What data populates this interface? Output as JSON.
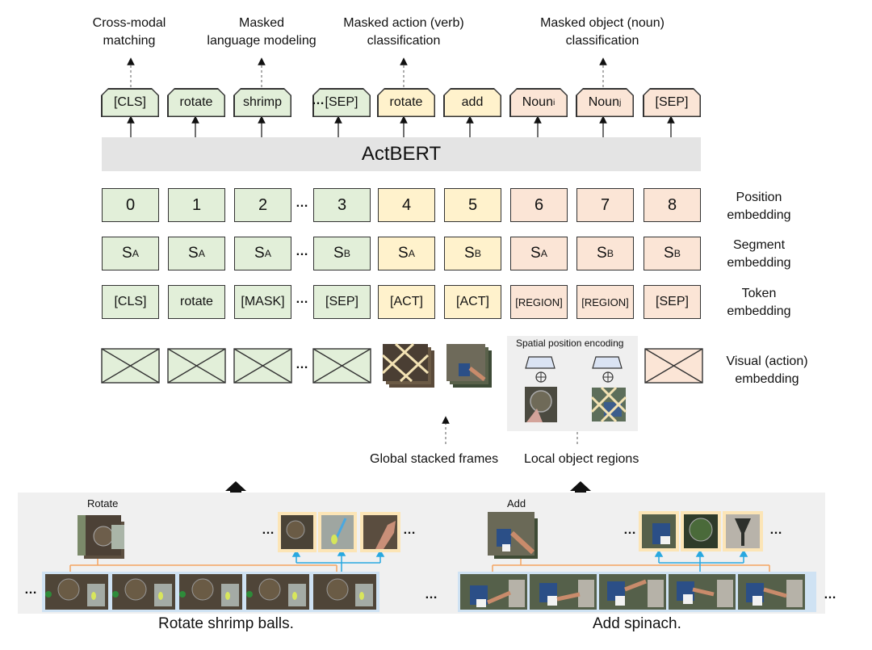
{
  "tasks": [
    {
      "line1": "Cross-modal",
      "line2": "matching"
    },
    {
      "line1": "Masked",
      "line2": "language modeling"
    },
    {
      "line1": "Masked action (verb)",
      "line2": "classification"
    },
    {
      "line1": "Masked object (noun)",
      "line2": "classification"
    }
  ],
  "output_tokens": [
    {
      "text": "[CLS]",
      "group": "text"
    },
    {
      "text": "rotate",
      "group": "text"
    },
    {
      "text": "shrimp",
      "group": "text"
    },
    {
      "text": "[SEP]",
      "group": "text"
    },
    {
      "text": "rotate",
      "group": "action"
    },
    {
      "text": "add",
      "group": "action"
    },
    {
      "text": "Noun",
      "sub": "i",
      "group": "region"
    },
    {
      "text": "Noun",
      "sub": "j",
      "group": "region"
    },
    {
      "text": "[SEP]",
      "group": "region"
    }
  ],
  "model_name": "ActBERT",
  "ellipsis": "…",
  "position_embedding": {
    "label1": "Position",
    "label2": "embedding",
    "values": [
      "0",
      "1",
      "2",
      "3",
      "4",
      "5",
      "6",
      "7",
      "8"
    ]
  },
  "segment_embedding": {
    "label1": "Segment",
    "label2": "embedding",
    "values": [
      {
        "s": "S",
        "sub": "A"
      },
      {
        "s": "S",
        "sub": "A"
      },
      {
        "s": "S",
        "sub": "A"
      },
      {
        "s": "S",
        "sub": "B"
      },
      {
        "s": "S",
        "sub": "A"
      },
      {
        "s": "S",
        "sub": "B"
      },
      {
        "s": "S",
        "sub": "A"
      },
      {
        "s": "S",
        "sub": "B"
      },
      {
        "s": "S",
        "sub": "B"
      }
    ]
  },
  "token_embedding": {
    "label1": "Token",
    "label2": "embedding",
    "values": [
      "[CLS]",
      "rotate",
      "[MASK]",
      "[SEP]",
      "[ACT]",
      "[ACT]",
      "[REGION]",
      "[REGION]",
      "[SEP]"
    ]
  },
  "visual_embedding": {
    "label1": "Visual (action)",
    "label2": "embedding"
  },
  "spatial_label": "Spatial position encoding",
  "global_frames_label": "Global stacked frames",
  "local_regions_label": "Local object regions",
  "clips": [
    {
      "action": "Rotate",
      "caption": "Rotate shrimp balls."
    },
    {
      "action": "Add",
      "caption": "Add spinach."
    }
  ],
  "colors": {
    "text_green": "#e2efd9",
    "action_yellow": "#fff2cc",
    "region_pink": "#fbe5d6",
    "model_gray": "#e4e4e4",
    "spatial_blue": "#dae3f3",
    "orange_line": "#f4a460",
    "blue_line": "#29a8e0"
  }
}
